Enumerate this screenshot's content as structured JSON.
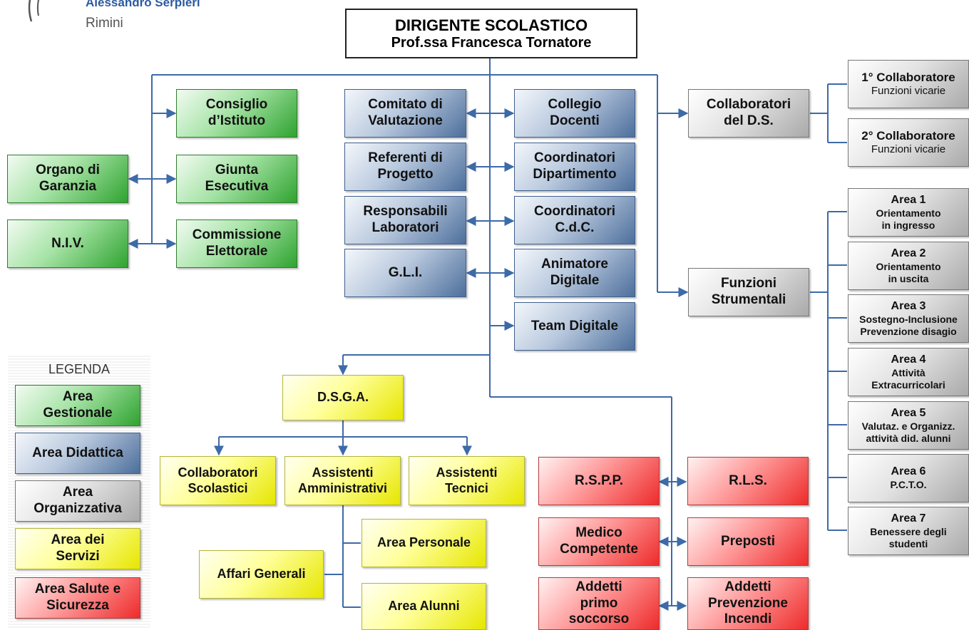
{
  "logo": {
    "name": "Alessandro Serpieri",
    "city": "Rimini",
    "icon": "school-logo-icon"
  },
  "head": {
    "title": "DIRIGENTE SCOLASTICO",
    "name": "Prof.ssa Francesca Tornatore"
  },
  "gestionale": {
    "consiglio": "Consiglio\nd’Istituto",
    "giunta": "Giunta\nEsecutiva",
    "commissione": "Commissione\nElettorale",
    "organo": "Organo di\nGaranzia",
    "niv": "N.I.V."
  },
  "didattica": {
    "comitato": "Comitato di\nValutazione",
    "referenti": "Referenti di\nProgetto",
    "responsabili": "Responsabili\nLaboratori",
    "gli": "G.L.I.",
    "collegio": "Collegio\nDocenti",
    "coord_dip": "Coordinatori\nDipartimento",
    "coord_cdc": "Coordinatori\nC.d.C.",
    "animatore": "Animatore\nDigitale",
    "team": "Team Digitale"
  },
  "organizzativa": {
    "collaboratori_ds": "Collaboratori\ndel D.S.",
    "collab1_title": "1° Collaboratore",
    "collab1_sub": "Funzioni vicarie",
    "collab2_title": "2° Collaboratore",
    "collab2_sub": "Funzioni vicarie",
    "funzioni": "Funzioni\nStrumentali",
    "areas": [
      {
        "title": "Area 1",
        "desc": "Orientamento\nin ingresso"
      },
      {
        "title": "Area 2",
        "desc": "Orientamento\nin uscita"
      },
      {
        "title": "Area 3",
        "desc": "Sostegno-Inclusione\nPrevenzione disagio"
      },
      {
        "title": "Area 4",
        "desc": "Attività\nExtracurricolari"
      },
      {
        "title": "Area 5",
        "desc": "Valutaz. e Organizz.\nattività did. alunni"
      },
      {
        "title": "Area 6",
        "desc": "P.C.T.O."
      },
      {
        "title": "Area 7",
        "desc": "Benessere degli\nstudenti"
      }
    ]
  },
  "servizi": {
    "dsga": "D.S.G.A.",
    "collab_scol": "Collaboratori\nScolastici",
    "assist_amm": "Assistenti\nAmministrativi",
    "assist_tec": "Assistenti\nTecnici",
    "area_personale": "Area Personale",
    "affari": "Affari Generali",
    "area_alunni": "Area Alunni"
  },
  "sicurezza": {
    "rspp": "R.S.P.P.",
    "rls": "R.L.S.",
    "medico": "Medico\nCompetente",
    "preposti": "Preposti",
    "primo_soccorso": "Addetti\nprimo\nsoccorso",
    "incendi": "Addetti\nPrevenzione\nIncendi"
  },
  "legend": {
    "title": "LEGENDA",
    "gestionale": "Area\nGestionale",
    "didattica": "Area Didattica",
    "organizzativa": "Area\nOrganizzativa",
    "servizi": "Area dei\nServizi",
    "sicurezza": "Area Salute e\nSicurezza"
  },
  "colors": {
    "connector": "#3d6aa8",
    "green": "#2fa32f",
    "blue": "#4d6f9c",
    "gray": "#a9a9a9",
    "yellow": "#e6e600",
    "red": "#ee2b2b"
  }
}
